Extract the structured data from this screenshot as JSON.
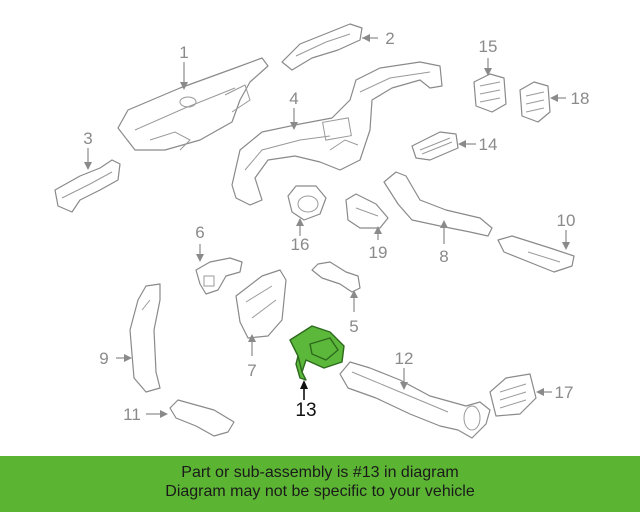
{
  "colors": {
    "highlight": "#5cb83a",
    "banner": "#5bb533",
    "line": "#8a8a8a",
    "text": "#111111"
  },
  "diagram": {
    "highlighted_part": "13",
    "callouts": [
      "1",
      "2",
      "3",
      "4",
      "5",
      "6",
      "7",
      "8",
      "9",
      "10",
      "11",
      "12",
      "13",
      "14",
      "15",
      "16",
      "17",
      "18",
      "19"
    ]
  },
  "banner": {
    "line1": "Part or sub-assembly is #13 in diagram",
    "line2": "Diagram may not be specific to your vehicle"
  }
}
